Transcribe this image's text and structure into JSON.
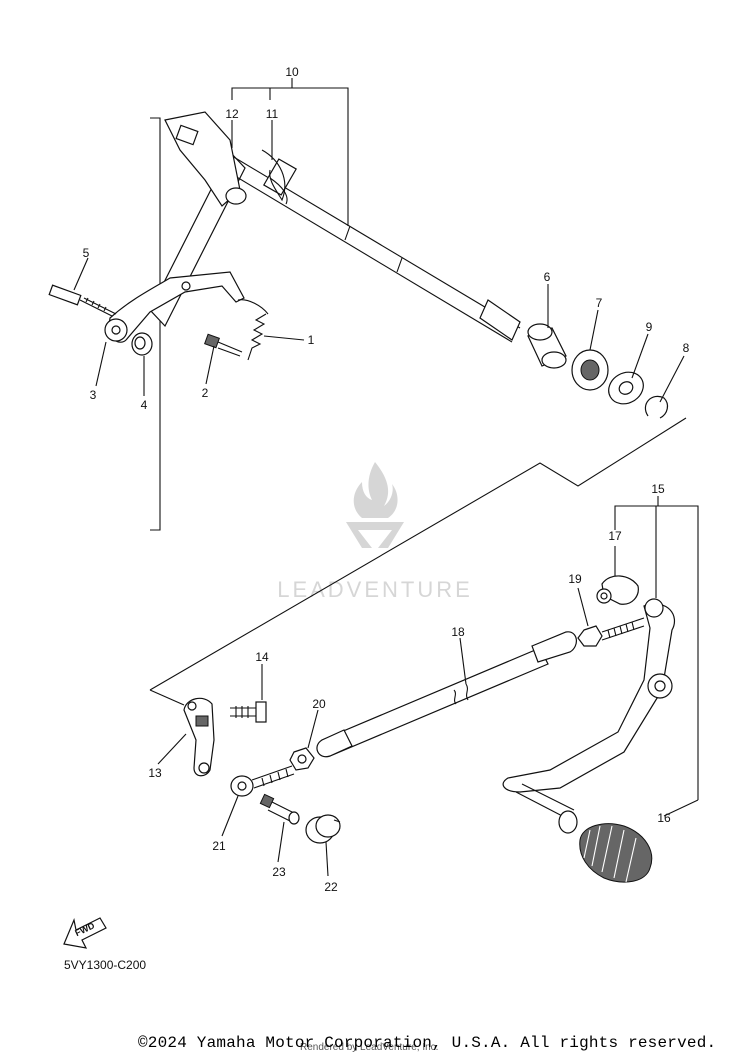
{
  "diagram": {
    "code": "5VY1300-C200",
    "fwd_label": "FWD",
    "watermark": "LEADVENTURE",
    "callouts": [
      "1",
      "2",
      "3",
      "4",
      "5",
      "6",
      "7",
      "8",
      "9",
      "10",
      "11",
      "12",
      "13",
      "14",
      "15",
      "16",
      "17",
      "18",
      "19",
      "20",
      "21",
      "22",
      "23"
    ]
  },
  "footer": {
    "copyright": "©2024 Yamaha Motor Corporation, U.S.A. All rights reserved.",
    "rendered_by": "Rendered by LeadVenture, Inc."
  }
}
